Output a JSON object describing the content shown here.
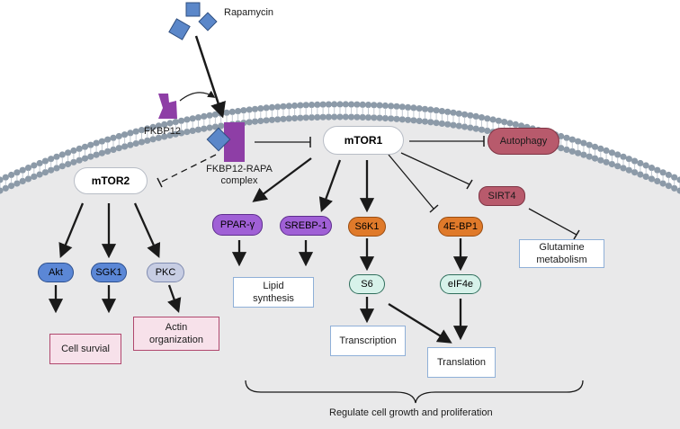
{
  "drug": {
    "label": "Rapamycin"
  },
  "fkbp12": {
    "label": "FKBP12"
  },
  "complex": {
    "line1": "FKBP12-RAPA",
    "line2": "complex"
  },
  "mtor1": {
    "label": "mTOR1"
  },
  "mtor2": {
    "label": "mTOR2"
  },
  "mtor2_targets": {
    "akt": "Akt",
    "sgk1": "SGK1",
    "pkc": "PKC"
  },
  "mtor1_targets": {
    "autophagy": "Autophagy",
    "sirt4": "SIRT4",
    "ppar": "PPAR-γ",
    "srebp": "SREBP-1",
    "s6k1": "S6K1",
    "ebp1": "4E-BP1",
    "s6": "S6",
    "eif4e": "eIF4e"
  },
  "outcomes": {
    "cell_survival": "Cell survial",
    "actin_line1": "Actin",
    "actin_line2": "organization",
    "lipid_line1": "Lipid",
    "lipid_line2": "synthesis",
    "transcription": "Transcription",
    "translation": "Translation",
    "glutamine_line1": "Glutamine",
    "glutamine_line2": "metabolism"
  },
  "footer": {
    "label": "Regulate cell growth and proliferation"
  },
  "colors": {
    "membrane_dot": "#8c9aa8",
    "cell_fill": "#e9e9ea",
    "rapamycin": "#5b87c9",
    "fkbp12": "#8e3ea6",
    "autophagy": "#b85a6c",
    "akt": "#5b87d6",
    "sgk1": "#5b87d6",
    "pkc": "#c7cde3",
    "ppar": "#a060d6",
    "srebp": "#a060d6",
    "s6k1": "#e07a2a",
    "ebp1": "#e07a2a",
    "s6": "#d7f2ea",
    "eif4e": "#d7f2ea",
    "pink_box": "#f7e1ea",
    "blue_box_border": "#8fb0d8"
  }
}
